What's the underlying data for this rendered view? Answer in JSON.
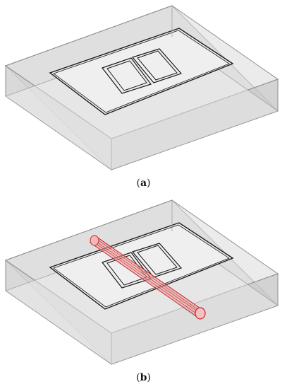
{
  "figure": {
    "panel_a": {
      "label": "a",
      "caption": "(a)"
    },
    "panel_b": {
      "label": "b",
      "caption": "(b)"
    }
  },
  "colors": {
    "box_face": "#d9d9d9",
    "box_edge": "#8c8c8c",
    "board": "#efefef",
    "board_edge": "#1a1a1a",
    "cylinder": "#e8a0a0",
    "cylinder_edge": "#c62828"
  }
}
